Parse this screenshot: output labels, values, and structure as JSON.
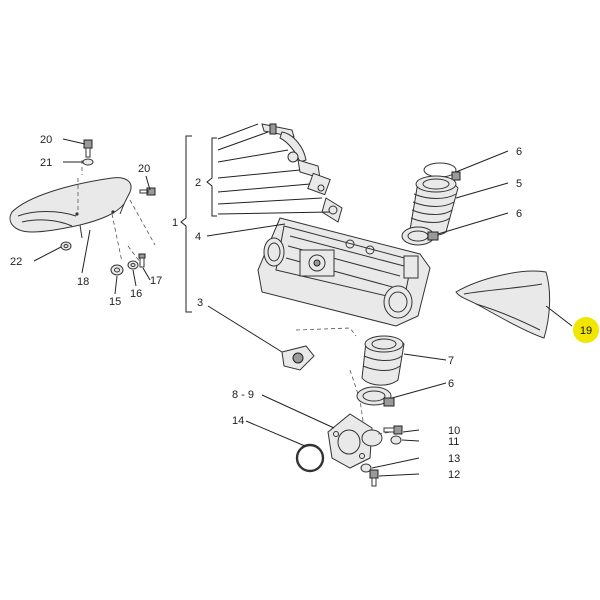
{
  "accent": "#f2e600",
  "labels": {
    "l1": "1",
    "l2": "2",
    "l3": "3",
    "l4": "4",
    "l5": "5",
    "l6a": "6",
    "l6b": "6",
    "l6c": "6",
    "l7": "7",
    "l89": "8 - 9",
    "l10": "10",
    "l11": "11",
    "l12": "12",
    "l13": "13",
    "l14": "14",
    "l15": "15",
    "l16": "16",
    "l17": "17",
    "l18": "18",
    "l19": "19",
    "l20a": "20",
    "l20b": "20",
    "l21": "21",
    "l22": "22"
  }
}
